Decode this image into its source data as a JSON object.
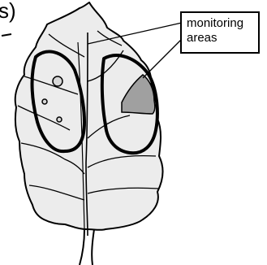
{
  "fragment_text": "s)",
  "callout": {
    "line1": "monitoring",
    "line2": "areas"
  },
  "colors": {
    "leaf_fill": "#ececec",
    "shaded_area": "#a0a0a0",
    "outline": "#000000"
  }
}
